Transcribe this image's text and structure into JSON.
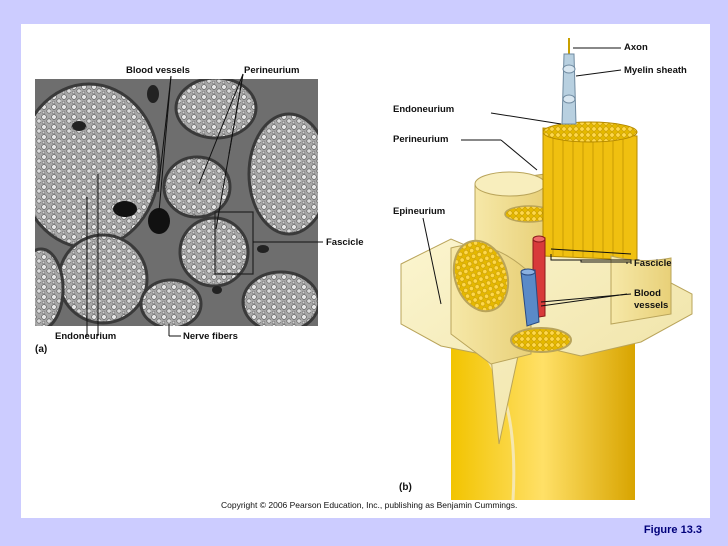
{
  "panel_a": {
    "letter": "(a)",
    "labels": {
      "blood_vessels": "Blood vessels",
      "perineurium": "Perineurium",
      "fascicle": "Fascicle",
      "endoneurium": "Endoneurium",
      "nerve_fibers": "Nerve fibers"
    }
  },
  "panel_b": {
    "letter": "(b)",
    "labels": {
      "axon": "Axon",
      "myelin_sheath": "Myelin sheath",
      "endoneurium": "Endoneurium",
      "perineurium": "Perineurium",
      "epineurium": "Epineurium",
      "fascicle": "Fascicle",
      "blood_vessels_line1": "Blood",
      "blood_vessels_line2": "vessels"
    }
  },
  "footer": {
    "copyright": "Copyright © 2006 Pearson Education, Inc., publishing as Benjamin Cummings.",
    "figure": "Figure 13.3"
  },
  "colors": {
    "background": "#ccccff",
    "slide": "#ffffff",
    "figure_text": "#00007a"
  }
}
